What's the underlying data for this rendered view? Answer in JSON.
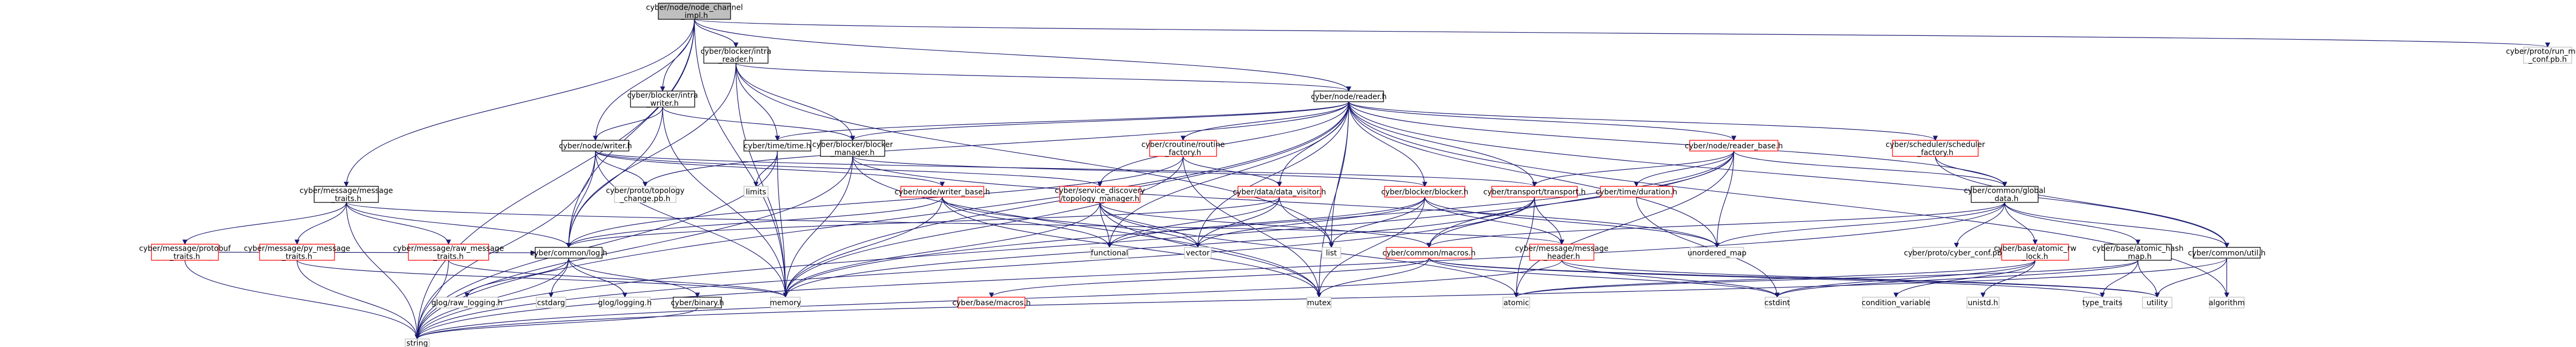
{
  "colors": {
    "edge": "#191970",
    "root_fill": "#bfbfbf",
    "normal_border": "#000000",
    "incomplete_border": "#ff0000",
    "external_border": "#bfbfbf",
    "text": "#000000"
  },
  "nodes": [
    {
      "id": "n0",
      "lines": [
        "cyber/node/node_channel",
        "_impl.h"
      ],
      "style": "root"
    },
    {
      "id": "n1",
      "lines": [
        "cyber/blocker/intra",
        "_reader.h"
      ],
      "style": "normal"
    },
    {
      "id": "n2",
      "lines": [
        "cyber/proto/run_mode",
        "_conf.pb.h"
      ],
      "style": "external"
    },
    {
      "id": "n3",
      "lines": [
        "cyber/blocker/intra",
        "_writer.h"
      ],
      "style": "normal"
    },
    {
      "id": "n4",
      "lines": [
        "cyber/node/reader.h"
      ],
      "style": "normal"
    },
    {
      "id": "n5",
      "lines": [
        "cyber/time/time.h"
      ],
      "style": "normal"
    },
    {
      "id": "n6",
      "lines": [
        "cyber/blocker/blocker",
        "_manager.h"
      ],
      "style": "normal"
    },
    {
      "id": "n7",
      "lines": [
        "cyber/node/writer.h"
      ],
      "style": "normal"
    },
    {
      "id": "n8",
      "lines": [
        "cyber/croutine/routine",
        "_factory.h"
      ],
      "style": "incomplete"
    },
    {
      "id": "n9",
      "lines": [
        "cyber/node/reader_base.h"
      ],
      "style": "incomplete"
    },
    {
      "id": "n10",
      "lines": [
        "cyber/scheduler/scheduler",
        "_factory.h"
      ],
      "style": "incomplete"
    },
    {
      "id": "n11",
      "lines": [
        "cyber/message/message",
        "_traits.h"
      ],
      "style": "normal"
    },
    {
      "id": "n12",
      "lines": [
        "limits"
      ],
      "style": "external"
    },
    {
      "id": "n13",
      "lines": [
        "cyber/proto/topology",
        "_change.pb.h"
      ],
      "style": "external"
    },
    {
      "id": "n14",
      "lines": [
        "cyber/node/writer_base.h"
      ],
      "style": "incomplete"
    },
    {
      "id": "n15",
      "lines": [
        "cyber/service_discovery",
        "/topology_manager.h"
      ],
      "style": "incomplete"
    },
    {
      "id": "n16",
      "lines": [
        "cyber/data/data_visitor.h"
      ],
      "style": "incomplete"
    },
    {
      "id": "n17",
      "lines": [
        "cyber/blocker/blocker.h"
      ],
      "style": "incomplete"
    },
    {
      "id": "n18",
      "lines": [
        "cyber/transport/transport.h"
      ],
      "style": "incomplete"
    },
    {
      "id": "n19",
      "lines": [
        "cyber/time/duration.h"
      ],
      "style": "incomplete"
    },
    {
      "id": "n20",
      "lines": [
        "cyber/common/global",
        "_data.h"
      ],
      "style": "normal"
    },
    {
      "id": "n21",
      "lines": [
        "cyber/message/protobuf",
        "_traits.h"
      ],
      "style": "incomplete"
    },
    {
      "id": "n22",
      "lines": [
        "cyber/message/py_message",
        "_traits.h"
      ],
      "style": "incomplete"
    },
    {
      "id": "n23",
      "lines": [
        "cyber/message/raw_message",
        "_traits.h"
      ],
      "style": "incomplete"
    },
    {
      "id": "n24",
      "lines": [
        "cyber/common/log.h"
      ],
      "style": "normal"
    },
    {
      "id": "n25",
      "lines": [
        "functional"
      ],
      "style": "external"
    },
    {
      "id": "n26",
      "lines": [
        "vector"
      ],
      "style": "external"
    },
    {
      "id": "n27",
      "lines": [
        "list"
      ],
      "style": "external"
    },
    {
      "id": "n28",
      "lines": [
        "cyber/common/macros.h"
      ],
      "style": "incomplete"
    },
    {
      "id": "n29",
      "lines": [
        "cyber/message/message",
        "_header.h"
      ],
      "style": "incomplete"
    },
    {
      "id": "n30",
      "lines": [
        "unordered_map"
      ],
      "style": "external"
    },
    {
      "id": "n31",
      "lines": [
        "cyber/proto/cyber_conf.pb.h"
      ],
      "style": "external"
    },
    {
      "id": "n32",
      "lines": [
        "cyber/base/atomic_rw",
        "_lock.h"
      ],
      "style": "incomplete"
    },
    {
      "id": "n33",
      "lines": [
        "cyber/base/atomic_hash",
        "_map.h"
      ],
      "style": "normal"
    },
    {
      "id": "n34",
      "lines": [
        "cyber/common/util.h"
      ],
      "style": "normal"
    },
    {
      "id": "n35",
      "lines": [
        "glog/raw_logging.h"
      ],
      "style": "external"
    },
    {
      "id": "n36",
      "lines": [
        "cstdarg"
      ],
      "style": "external"
    },
    {
      "id": "n37",
      "lines": [
        "glog/logging.h"
      ],
      "style": "external"
    },
    {
      "id": "n38",
      "lines": [
        "cyber/binary.h"
      ],
      "style": "normal"
    },
    {
      "id": "n39",
      "lines": [
        "memory"
      ],
      "style": "external"
    },
    {
      "id": "n40",
      "lines": [
        "cyber/base/macros.h"
      ],
      "style": "incomplete"
    },
    {
      "id": "n41",
      "lines": [
        "mutex"
      ],
      "style": "external"
    },
    {
      "id": "n42",
      "lines": [
        "atomic"
      ],
      "style": "external"
    },
    {
      "id": "n43",
      "lines": [
        "cstdint"
      ],
      "style": "external"
    },
    {
      "id": "n44",
      "lines": [
        "condition_variable"
      ],
      "style": "external"
    },
    {
      "id": "n45",
      "lines": [
        "unistd.h"
      ],
      "style": "external"
    },
    {
      "id": "n46",
      "lines": [
        "type_traits"
      ],
      "style": "external"
    },
    {
      "id": "n47",
      "lines": [
        "utility"
      ],
      "style": "external"
    },
    {
      "id": "n48",
      "lines": [
        "algorithm"
      ],
      "style": "external"
    },
    {
      "id": "n49",
      "lines": [
        "string"
      ],
      "style": "external"
    }
  ],
  "edges": [
    [
      "n0",
      "n1"
    ],
    [
      "n0",
      "n2"
    ],
    [
      "n0",
      "n3"
    ],
    [
      "n0",
      "n4"
    ],
    [
      "n0",
      "n7"
    ],
    [
      "n0",
      "n11"
    ],
    [
      "n0",
      "n24"
    ],
    [
      "n0",
      "n39"
    ],
    [
      "n0",
      "n49"
    ],
    [
      "n1",
      "n6"
    ],
    [
      "n1",
      "n4"
    ],
    [
      "n1",
      "n5"
    ],
    [
      "n1",
      "n24"
    ],
    [
      "n1",
      "n39"
    ],
    [
      "n1",
      "n27"
    ],
    [
      "n3",
      "n6"
    ],
    [
      "n3",
      "n7"
    ],
    [
      "n3",
      "n24"
    ],
    [
      "n3",
      "n39"
    ],
    [
      "n4",
      "n5"
    ],
    [
      "n4",
      "n6"
    ],
    [
      "n4",
      "n8"
    ],
    [
      "n4",
      "n9"
    ],
    [
      "n4",
      "n10"
    ],
    [
      "n4",
      "n13"
    ],
    [
      "n4",
      "n15"
    ],
    [
      "n4",
      "n16"
    ],
    [
      "n4",
      "n17"
    ],
    [
      "n4",
      "n18"
    ],
    [
      "n4",
      "n20"
    ],
    [
      "n4",
      "n25"
    ],
    [
      "n4",
      "n26"
    ],
    [
      "n4",
      "n27"
    ],
    [
      "n4",
      "n30"
    ],
    [
      "n4",
      "n34"
    ],
    [
      "n4",
      "n39"
    ],
    [
      "n4",
      "n41"
    ],
    [
      "n4",
      "n48"
    ],
    [
      "n4",
      "n49"
    ],
    [
      "n5",
      "n12"
    ],
    [
      "n5",
      "n49"
    ],
    [
      "n5",
      "n39"
    ],
    [
      "n6",
      "n17"
    ],
    [
      "n6",
      "n39"
    ],
    [
      "n6",
      "n41"
    ],
    [
      "n6",
      "n49"
    ],
    [
      "n6",
      "n30"
    ],
    [
      "n7",
      "n13"
    ],
    [
      "n7",
      "n14"
    ],
    [
      "n7",
      "n15"
    ],
    [
      "n7",
      "n18"
    ],
    [
      "n7",
      "n24"
    ],
    [
      "n7",
      "n39"
    ],
    [
      "n7",
      "n49"
    ],
    [
      "n8",
      "n16"
    ],
    [
      "n8",
      "n24"
    ],
    [
      "n8",
      "n39"
    ],
    [
      "n8",
      "n41"
    ],
    [
      "n9",
      "n18"
    ],
    [
      "n9",
      "n19"
    ],
    [
      "n9",
      "n20"
    ],
    [
      "n9",
      "n28"
    ],
    [
      "n9",
      "n30"
    ],
    [
      "n9",
      "n39"
    ],
    [
      "n9",
      "n42"
    ],
    [
      "n9",
      "n49"
    ],
    [
      "n10",
      "n20"
    ],
    [
      "n10",
      "n34"
    ],
    [
      "n11",
      "n21"
    ],
    [
      "n11",
      "n22"
    ],
    [
      "n11",
      "n23"
    ],
    [
      "n11",
      "n24"
    ],
    [
      "n11",
      "n29"
    ],
    [
      "n11",
      "n49"
    ],
    [
      "n14",
      "n24"
    ],
    [
      "n14",
      "n25"
    ],
    [
      "n14",
      "n41"
    ],
    [
      "n14",
      "n26"
    ],
    [
      "n14",
      "n39"
    ],
    [
      "n15",
      "n25"
    ],
    [
      "n15",
      "n26"
    ],
    [
      "n15",
      "n28"
    ],
    [
      "n15",
      "n39"
    ],
    [
      "n15",
      "n41"
    ],
    [
      "n15",
      "n42"
    ],
    [
      "n16",
      "n24"
    ],
    [
      "n16",
      "n25"
    ],
    [
      "n16",
      "n26"
    ],
    [
      "n16",
      "n27"
    ],
    [
      "n17",
      "n25"
    ],
    [
      "n17",
      "n26"
    ],
    [
      "n17",
      "n27"
    ],
    [
      "n17",
      "n41"
    ],
    [
      "n17",
      "n30"
    ],
    [
      "n17",
      "n29"
    ],
    [
      "n18",
      "n28"
    ],
    [
      "n18",
      "n29"
    ],
    [
      "n18",
      "n42"
    ],
    [
      "n18",
      "n49"
    ],
    [
      "n18",
      "n39"
    ],
    [
      "n19",
      "n43"
    ],
    [
      "n20",
      "n28"
    ],
    [
      "n20",
      "n30"
    ],
    [
      "n20",
      "n31"
    ],
    [
      "n20",
      "n32"
    ],
    [
      "n20",
      "n33"
    ],
    [
      "n20",
      "n34"
    ],
    [
      "n20",
      "n49"
    ],
    [
      "n21",
      "n24"
    ],
    [
      "n21",
      "n49"
    ],
    [
      "n22",
      "n49"
    ],
    [
      "n22",
      "n39"
    ],
    [
      "n23",
      "n49"
    ],
    [
      "n23",
      "n39"
    ],
    [
      "n24",
      "n35"
    ],
    [
      "n24",
      "n36"
    ],
    [
      "n24",
      "n37"
    ],
    [
      "n24",
      "n38"
    ],
    [
      "n24",
      "n49"
    ],
    [
      "n28",
      "n40"
    ],
    [
      "n28",
      "n41"
    ],
    [
      "n28",
      "n46"
    ],
    [
      "n28",
      "n47"
    ],
    [
      "n28",
      "n43"
    ],
    [
      "n29",
      "n43"
    ],
    [
      "n29",
      "n47"
    ],
    [
      "n29",
      "n49"
    ],
    [
      "n32",
      "n42"
    ],
    [
      "n32",
      "n43"
    ],
    [
      "n32",
      "n44"
    ],
    [
      "n32",
      "n45"
    ],
    [
      "n33",
      "n42"
    ],
    [
      "n33",
      "n43"
    ],
    [
      "n33",
      "n46"
    ],
    [
      "n33",
      "n47"
    ],
    [
      "n34",
      "n47"
    ],
    [
      "n34",
      "n48"
    ],
    [
      "n34",
      "n49"
    ],
    [
      "n38",
      "n49"
    ]
  ]
}
